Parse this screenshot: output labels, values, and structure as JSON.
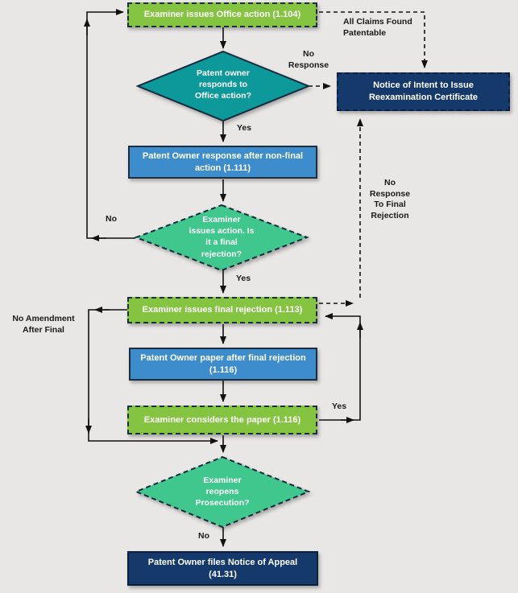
{
  "title": "Patent reexamination prosecution flowchart",
  "colors": {
    "background": "#e8e7e5",
    "process_green": "#85c441",
    "process_blue": "#3d8ccb",
    "decision_teal": "#10989a",
    "decision_mint": "#41c78d",
    "terminal_navy": "#15396b",
    "connector": "#111111",
    "edge_label_text": "#1a1a1a",
    "node_text": "#ffffff"
  },
  "nodes": {
    "office_action": {
      "label": "Examiner issues Office action (1.104)"
    },
    "responds_decision": {
      "label": "Patent owner\nresponds to\nOffice action?"
    },
    "nonfinal_response": {
      "label": "Patent Owner response after non-final\naction (1.111)"
    },
    "final_decision": {
      "label": "Examiner\nissues action. Is\nit a final\nrejection?"
    },
    "final_rejection": {
      "label": "Examiner issues final rejection (1.113)"
    },
    "paper_after_final": {
      "label": "Patent Owner paper after final rejection\n(1.116)"
    },
    "considers_paper": {
      "label": "Examiner considers the paper (1.116)"
    },
    "reopens_decision": {
      "label": "Examiner\nreopens\nProsecution?"
    },
    "notice_of_appeal": {
      "label": "Patent Owner files Notice of Appeal\n(41.31)"
    },
    "notice_of_intent": {
      "label": "Notice of Intent to Issue\nReexamination Certificate"
    }
  },
  "edge_labels": {
    "all_claims_found": "All Claims Found\nPatentable",
    "no_response": "No\nResponse",
    "yes_responds": "Yes",
    "no_final": "No",
    "yes_final": "Yes",
    "no_response_final": "No\nResponse\nTo Final\nRejection",
    "no_amendment": "No Amendment\nAfter Final",
    "yes_considers": "Yes",
    "no_reopen": "No"
  }
}
